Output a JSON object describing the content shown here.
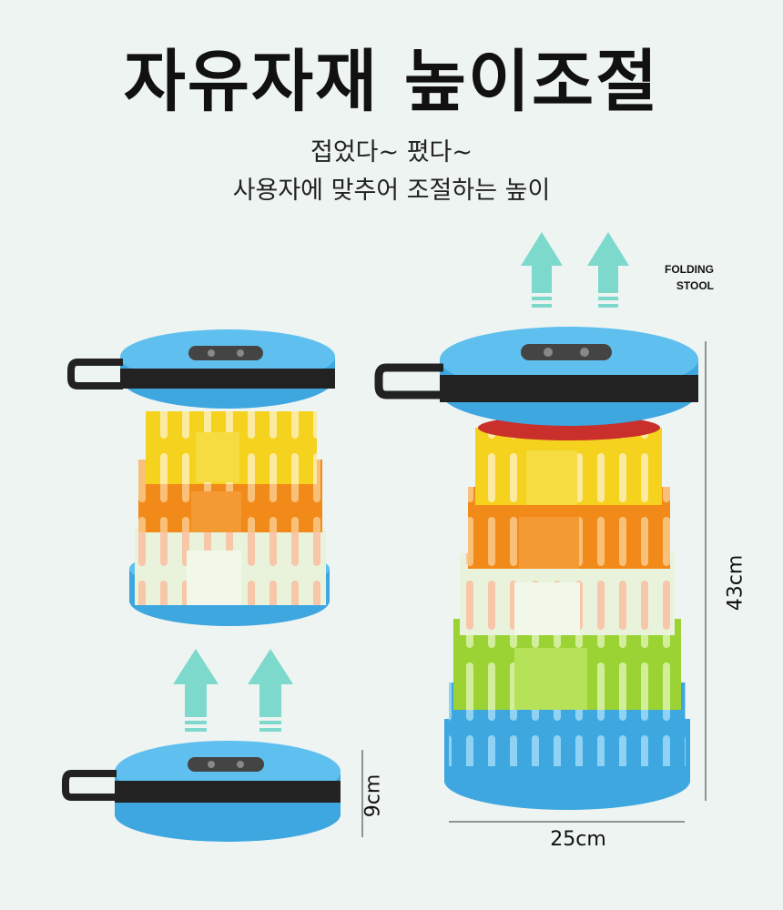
{
  "headline": "자유자재 높이조절",
  "subtitle_line1": "접었다~ 폈다~",
  "subtitle_line2": "사용자에 맞추어 조절하는 높이",
  "brand": {
    "line1": "FOLDING",
    "line2": "STOOL"
  },
  "dimensions": {
    "width": "25cm",
    "height_extended": "43cm",
    "height_folded": "9cm"
  },
  "colors": {
    "background": "#eef4f2",
    "arrow": "#7dd9cc",
    "seat_blue": "#43b3e8",
    "yellow": "#f4d21e",
    "orange": "#f28a1a",
    "cream": "#e9f3dc",
    "green": "#9ad333",
    "strap": "#222222"
  },
  "icons": [
    "up-arrow-icon",
    "folding-stool-icon"
  ]
}
